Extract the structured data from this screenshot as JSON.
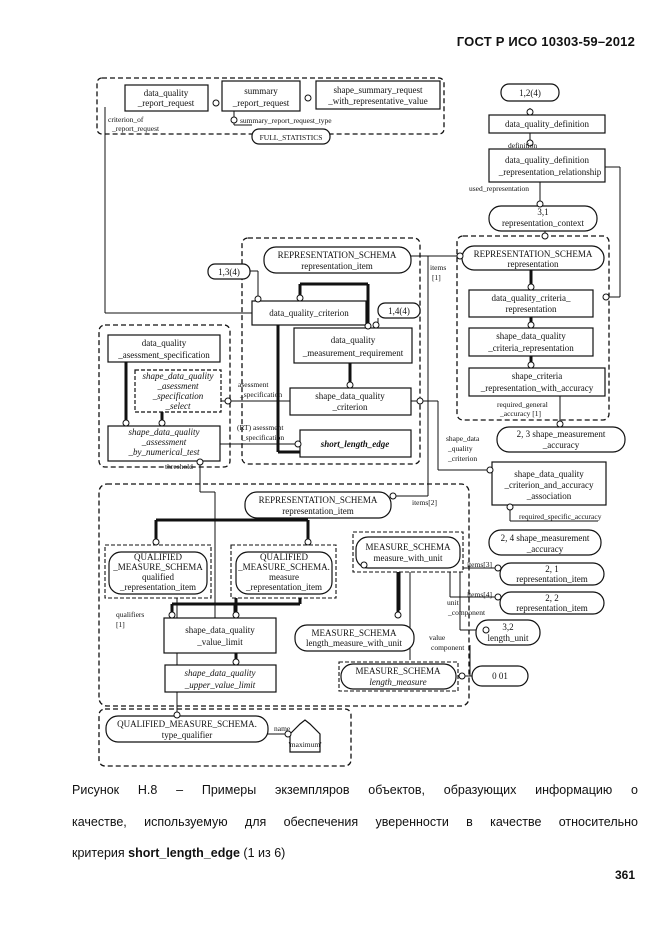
{
  "header": "ГОСТ Р ИСО 10303-59–2012",
  "page_number": "361",
  "caption": {
    "line1": "Рисунок H.8 – Примеры экземпляров объектов, образующих информацию о",
    "line2": "качестве, используемую для обеспечения уверенности в качестве относительно",
    "line3_pre": "критерия ",
    "line3_bold": "short_length_edge",
    "line3_post": " (1 из 6)"
  },
  "diagram": {
    "dqrr": [
      "data_quality",
      "_report_request"
    ],
    "srr": [
      "summary",
      "_report_request"
    ],
    "ssrr": [
      "shape_summary_request",
      "_with_representative_value"
    ],
    "crit_of_rr": [
      "criterion_of",
      "_report_request"
    ],
    "srr_type": "summary_report_request_type",
    "full_stats": "FULL_STATISTICS",
    "ref_12_4": "1,2(4)",
    "dqd": "data_quality_definition",
    "definition": "definition",
    "dqdrr": [
      "data_quality_definition",
      "_representation_relationship"
    ],
    "used_rep": "used_representation",
    "ref_31": "3,1",
    "rep_context": "representation_context",
    "rs_item1": [
      "REPRESENTATION_SCHEMA",
      "representation_item"
    ],
    "rs_rep": [
      "REPRESENTATION_SCHEMA",
      "representation"
    ],
    "items1": [
      "items",
      "[1]"
    ],
    "ref_13_4": "1,3(4)",
    "dqc": "data_quality_criterion",
    "ref_14_4": "1,4(4)",
    "dqmr": [
      "data_quality",
      "_measurement_requirement"
    ],
    "dqcr": [
      "data_quality_criteria_",
      "representation"
    ],
    "sdqcr": [
      "shape_data_quality",
      "_criteria_representation"
    ],
    "scrwa": [
      "shape_criteria",
      "_representation_with_accuracy"
    ],
    "req_gen_acc": [
      "required_general",
      "_accuracy [1]"
    ],
    "ref_23": "2, 3 shape_measurement",
    "accuracy": "_accuracy",
    "dqas": [
      "data_quality",
      "_asessment_specification"
    ],
    "sdqass": [
      "shape_data_quality",
      "_asessment",
      "_specification",
      "_select"
    ],
    "assess_spec": [
      "asessment",
      "_specification"
    ],
    "sdqc": [
      "shape_data_quality",
      "_criterion"
    ],
    "rt_assess": [
      "(RT) asessment",
      "_specification"
    ],
    "sdqabnt": [
      "shape_data_quality",
      "_assessment",
      "_by_numerical_test"
    ],
    "sle": "short_length_edge",
    "threshold": "threshold",
    "sdq_crit_lbl": [
      "shape_data",
      "_quality",
      "_criterion"
    ],
    "sdqcaa": [
      "shape_data_quality",
      "_criterion_and_accuracy",
      "_association"
    ],
    "rs_item2": [
      "REPRESENTATION_SCHEMA",
      "representation_item"
    ],
    "items2": "items[2]",
    "req_spec_acc": "required_specific_accuracy",
    "ref_24": "2, 4 shape_measurement",
    "qms1": [
      "QUALIFIED",
      "_MEASURE_SCHEMA",
      "qualified",
      "_representation_item"
    ],
    "qms2": [
      "QUALIFIED",
      "_MEASURE_SCHEMA.",
      "measure",
      "_representation_item"
    ],
    "ms_mwu": [
      "MEASURE_SCHEMA",
      "measure_with_unit"
    ],
    "items3": "items[3]",
    "ref_21": [
      "2, 1",
      "representation_item"
    ],
    "items4": "items[4]",
    "ref_22": [
      "2, 2",
      "representation_item"
    ],
    "qualifiers": [
      "qualifiers",
      "[1]"
    ],
    "sdqvl": [
      "shape_data_quality",
      "_value_limit"
    ],
    "ms_lmwu": [
      "MEASURE_SCHEMA",
      "length_measure_with_unit"
    ],
    "unit_comp": [
      "unit",
      "_component"
    ],
    "ref_32": [
      "3,2",
      "length_unit"
    ],
    "value_comp": [
      "value",
      "component"
    ],
    "sdquvl": [
      "shape_data_quality",
      "_upper_value_limit"
    ],
    "ms_lm": [
      "MEASURE_SCHEMA",
      "length_measure"
    ],
    "val_001": "0 01",
    "qms_tq": [
      "QUALIFIED_MEASURE_SCHEMA.",
      "type_qualifier"
    ],
    "name": "name",
    "maximum": "'maximum'"
  }
}
